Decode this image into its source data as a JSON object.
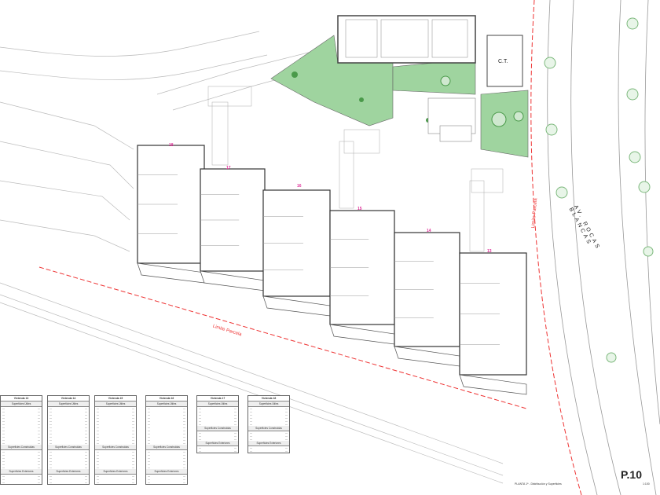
{
  "sheet": {
    "code": "P.10",
    "title": "PLANTA 1ª - Distribución y Superficies",
    "scale": "1:100"
  },
  "site": {
    "street": "AV. ROCAS BLANCAS",
    "plot_limit_label": "Limite Parcela",
    "transformer_label": "C.T."
  },
  "units": [
    {
      "number": "18"
    },
    {
      "number": "17"
    },
    {
      "number": "16"
    },
    {
      "number": "15"
    },
    {
      "number": "14"
    },
    {
      "number": "13"
    }
  ],
  "tables": [
    {
      "title": "Vivienda 13",
      "s1": "Superficies Útiles",
      "s2": "Superficies Construidas",
      "s3": "Superficies Exteriores"
    },
    {
      "title": "Vivienda 14",
      "s1": "Superficies Útiles",
      "s2": "Superficies Construidas",
      "s3": "Superficies Exteriores"
    },
    {
      "title": "Vivienda 15",
      "s1": "Superficies Útiles",
      "s2": "Superficies Construidas",
      "s3": "Superficies Exteriores"
    },
    {
      "title": "Vivienda 16",
      "s1": "Superficies Útiles",
      "s2": "Superficies Construidas",
      "s3": "Superficies Exteriores"
    },
    {
      "title": "Vivienda 17",
      "s1": "Superficies Útiles",
      "s2": "Superficies Construidas",
      "s3": "Superficies Exteriores"
    },
    {
      "title": "Vivienda 18",
      "s1": "Superficies Útiles",
      "s2": "Superficies Construidas",
      "s3": "Superficies Exteriores"
    }
  ],
  "colors": {
    "green": "#9fd49f",
    "plot_limit": "#e33333",
    "unit_label": "#e0309a"
  }
}
